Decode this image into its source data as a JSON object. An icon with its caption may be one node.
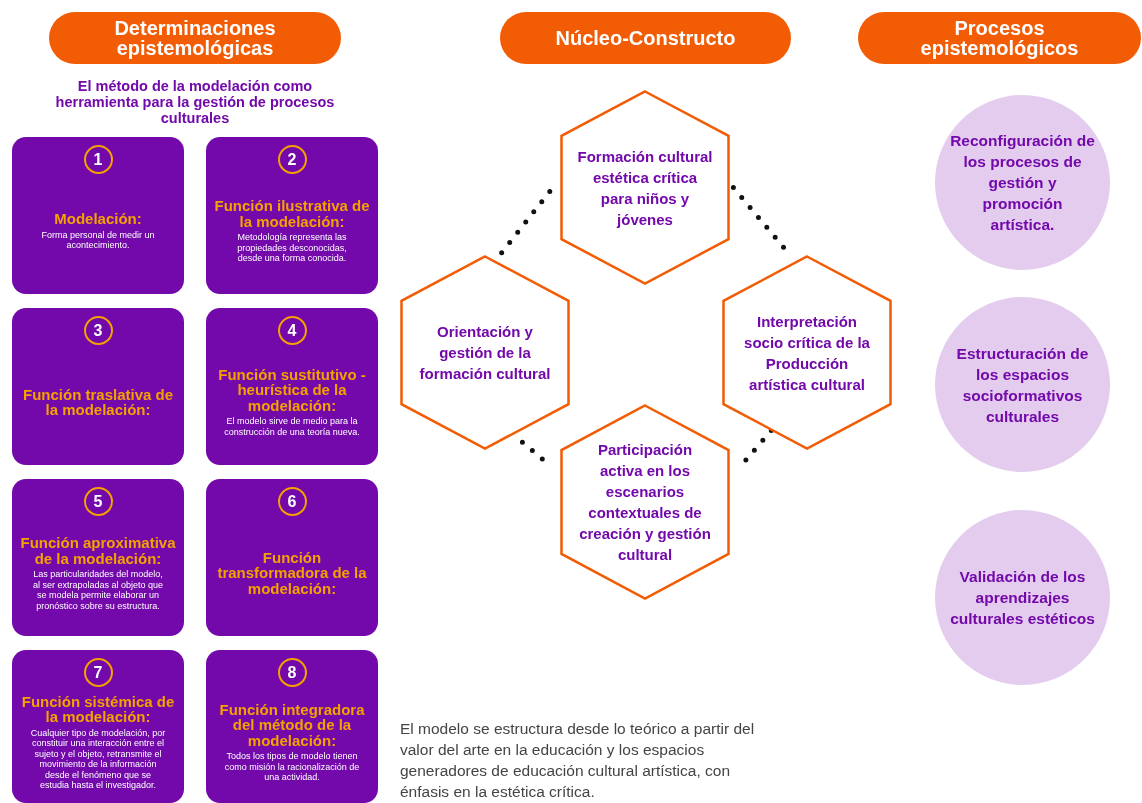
{
  "diagram": {
    "nodes": [
      {
        "text": [
          "Determinaciones epistemológicas"
        ]
      },
      {
        "text": [
          "Núcleo-Constructo"
        ]
      },
      {
        "text": [
          "Procesos epistemológicos"
        ]
      },
      {
        "text": [
          "1",
          "Modelación:",
          "Forma personal de medir un acontecimiento."
        ]
      },
      {
        "text": [
          "2",
          "Función ilustrativa de la modelación:",
          "Metodología representa las propiedades desconocidas, desde una forma conocida."
        ]
      },
      {
        "text": [
          "3",
          "Función traslativa de la modelación:"
        ]
      },
      {
        "text": [
          "4",
          "Función sustitutivo - heurística de la modelación:",
          "El modelo sirve de medio para la construcción de una teoría nueva."
        ]
      },
      {
        "text": [
          "5",
          "Función aproximativa de la modelación:",
          "Las particularidades del modelo, al ser extrapoladas al objeto que se modela permite elaborar un pronóstico sobre su estructura."
        ]
      },
      {
        "text": [
          "6",
          "Función transformadora de la modelación:"
        ]
      },
      {
        "text": [
          "7",
          "Función sistémica de la modelación:",
          "Cualquier tipo de modelación, por constituir una interacción entre el sujeto y el objeto, retransmite el movimiento de la información desde el fenómeno que se estudia hasta el investigador."
        ]
      },
      {
        "text": [
          "8",
          "Función integradora del método de la modelación:",
          "Todos los tipos de modelo tienen como misión la racionalización de una actividad."
        ]
      },
      {
        "text": [
          "Formación cultural estética crítica para niños y jóvenes"
        ]
      },
      {
        "text": [
          "Orientación y gestión de la formación cultural"
        ]
      },
      {
        "text": [
          "Interpretación socio crítica de la Producción artística cultural"
        ]
      },
      {
        "text": [
          "Participación activa en los escenarios contextuales de creación y gestión cultural"
        ]
      },
      {
        "text": [
          "Reconfiguración de los procesos de gestión y promoción artística."
        ]
      },
      {
        "text": [
          "Estructuración de los espacios socioformativos culturales"
        ]
      },
      {
        "text": [
          "Validación de los aprendizajes culturales estéticos"
        ]
      }
    ],
    "edges": [
      {
        "from": 11,
        "to": 12,
        "arrow": "none",
        "style": "dashed"
      },
      {
        "from": 11,
        "to": 13,
        "arrow": "none",
        "style": "dashed"
      },
      {
        "from": 12,
        "to": 14,
        "arrow": "none",
        "style": "dashed"
      },
      {
        "from": 13,
        "to": 14,
        "arrow": "none",
        "style": "dashed"
      }
    ],
    "labels": [
      "El método de la modelación como herramienta para la gestión de procesos culturales",
      "El modelo se estructura desde lo teórico a partir del valor del arte en la educación y los espacios generadores de educación cultural artística, con énfasis en la estética crítica."
    ]
  }
}
